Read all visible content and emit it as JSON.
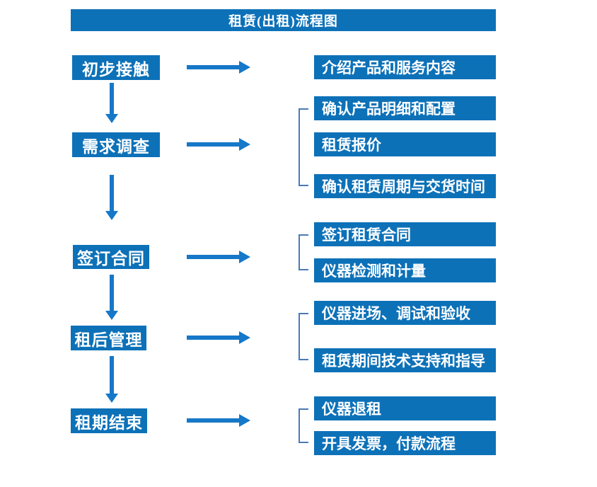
{
  "title": "租赁(出租)流程图",
  "colors": {
    "box_fill": "#0d71b8",
    "arrow": "#1578c8",
    "bracket_line": "#4a7ab5",
    "text": "#ffffff",
    "background": "#ffffff"
  },
  "steps": [
    {
      "label": "初步接触",
      "details": [
        "介绍产品和服务内容"
      ]
    },
    {
      "label": "需求调查",
      "details": [
        "确认产品明细和配置",
        "租赁报价",
        "确认租赁周期与交货时间"
      ]
    },
    {
      "label": "签订合同",
      "details": [
        "签订租赁合同",
        "仪器检测和计量"
      ]
    },
    {
      "label": "租后管理",
      "details": [
        "仪器进场、调试和验收",
        "租赁期间技术支持和指导"
      ]
    },
    {
      "label": "租期结束",
      "details": [
        "仪器退租",
        "开具发票，付款流程"
      ]
    }
  ]
}
